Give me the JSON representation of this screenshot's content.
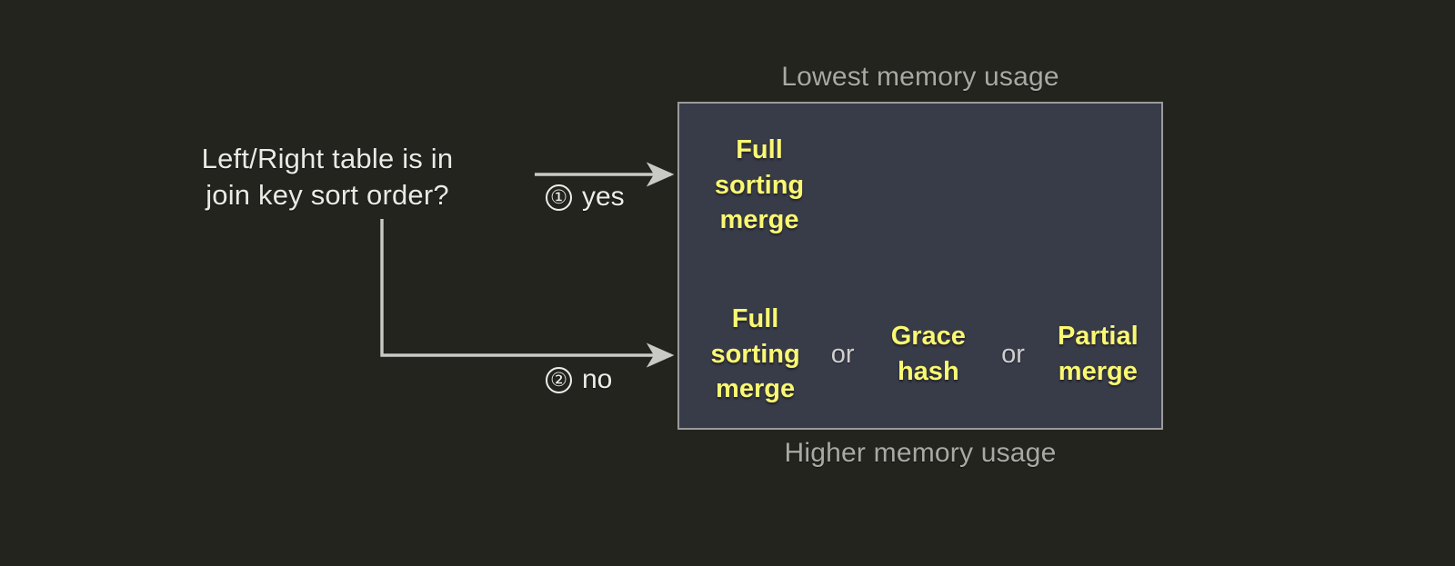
{
  "diagram": {
    "question": {
      "line1": "Left/Right table is in",
      "line2": "join key sort order?"
    },
    "branches": [
      {
        "marker": "①",
        "label": "yes"
      },
      {
        "marker": "②",
        "label": "no"
      }
    ],
    "captions": {
      "top": "Lowest memory usage",
      "bottom": "Higher memory usage"
    },
    "outcomes": {
      "sorted": [
        {
          "line1": "Full",
          "line2": "sorting",
          "line3": "merge"
        }
      ],
      "unsorted": [
        {
          "line1": "Full",
          "line2": "sorting",
          "line3": "merge"
        },
        {
          "line1": "Grace",
          "line2": "hash",
          "line3": ""
        },
        {
          "line1": "Partial",
          "line2": "merge",
          "line3": ""
        }
      ],
      "separator": "or"
    },
    "colors": {
      "background": "#24241f",
      "panel_fill": "#383b48",
      "panel_border": "#9b9b9b",
      "outcome_text": "#faf871",
      "body_text": "#e9e9e6",
      "caption_text": "#a9a9a4",
      "connector": "#c9c9c6"
    }
  }
}
